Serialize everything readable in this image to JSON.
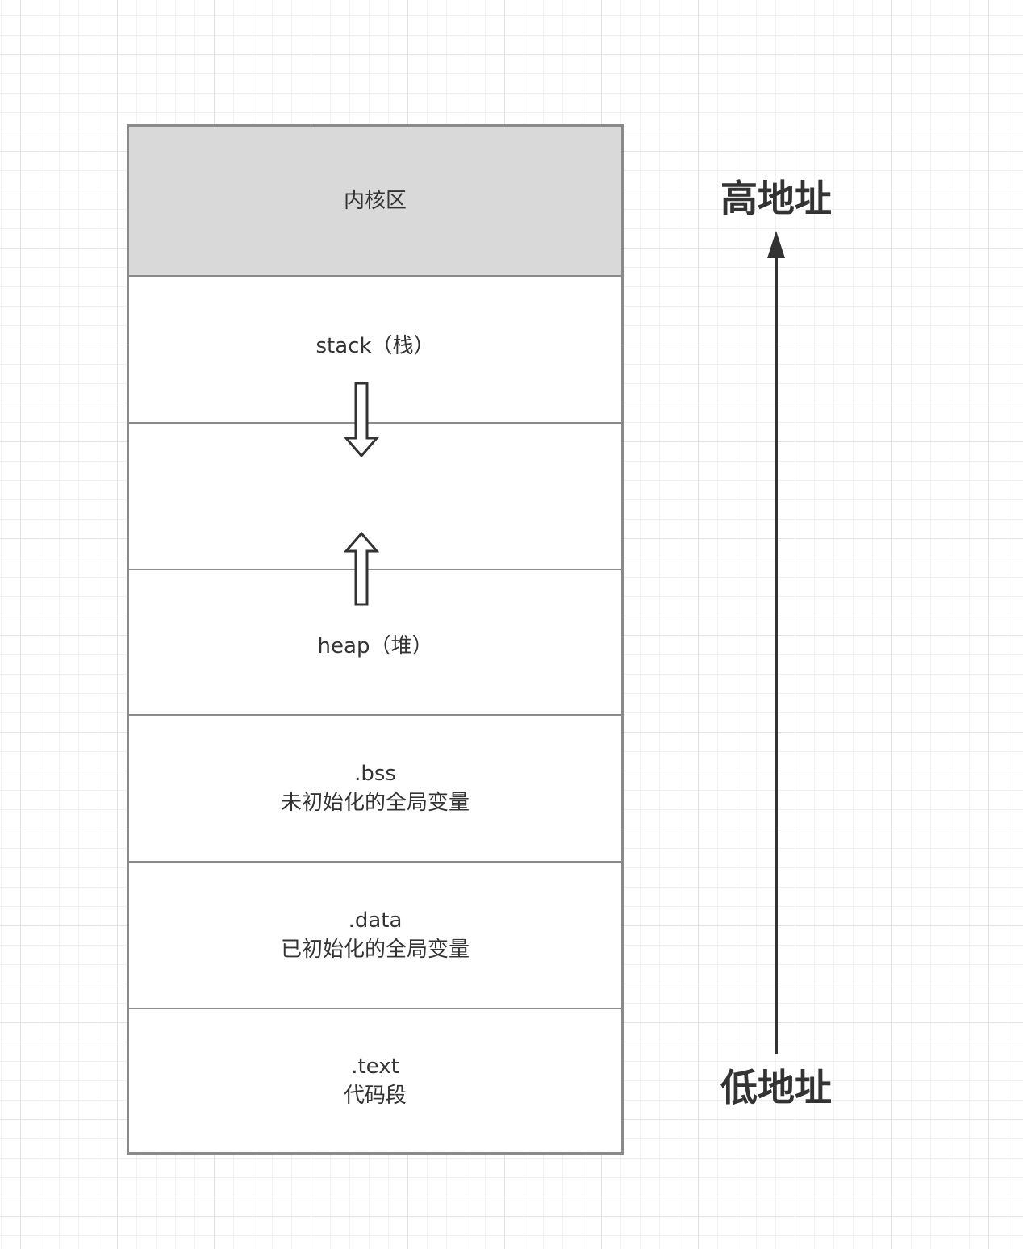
{
  "segments": [
    {
      "id": "kernel",
      "lines": [
        "内核区"
      ]
    },
    {
      "id": "stack",
      "lines": [
        "stack（栈）"
      ]
    },
    {
      "id": "free",
      "lines": []
    },
    {
      "id": "heap",
      "lines": [
        "heap（堆）"
      ]
    },
    {
      "id": "bss",
      "lines": [
        ".bss",
        "未初始化的全局变量"
      ]
    },
    {
      "id": "data",
      "lines": [
        ".data",
        "已初始化的全局变量"
      ]
    },
    {
      "id": "text",
      "lines": [
        ".text",
        "代码段"
      ]
    }
  ],
  "address_axis": {
    "high_label": "高地址",
    "low_label": "低地址"
  },
  "colors": {
    "kernel_fill": "#d9d9d9",
    "border": "#8a8a8a",
    "text": "#333333",
    "grid": "#e3e3e3"
  }
}
